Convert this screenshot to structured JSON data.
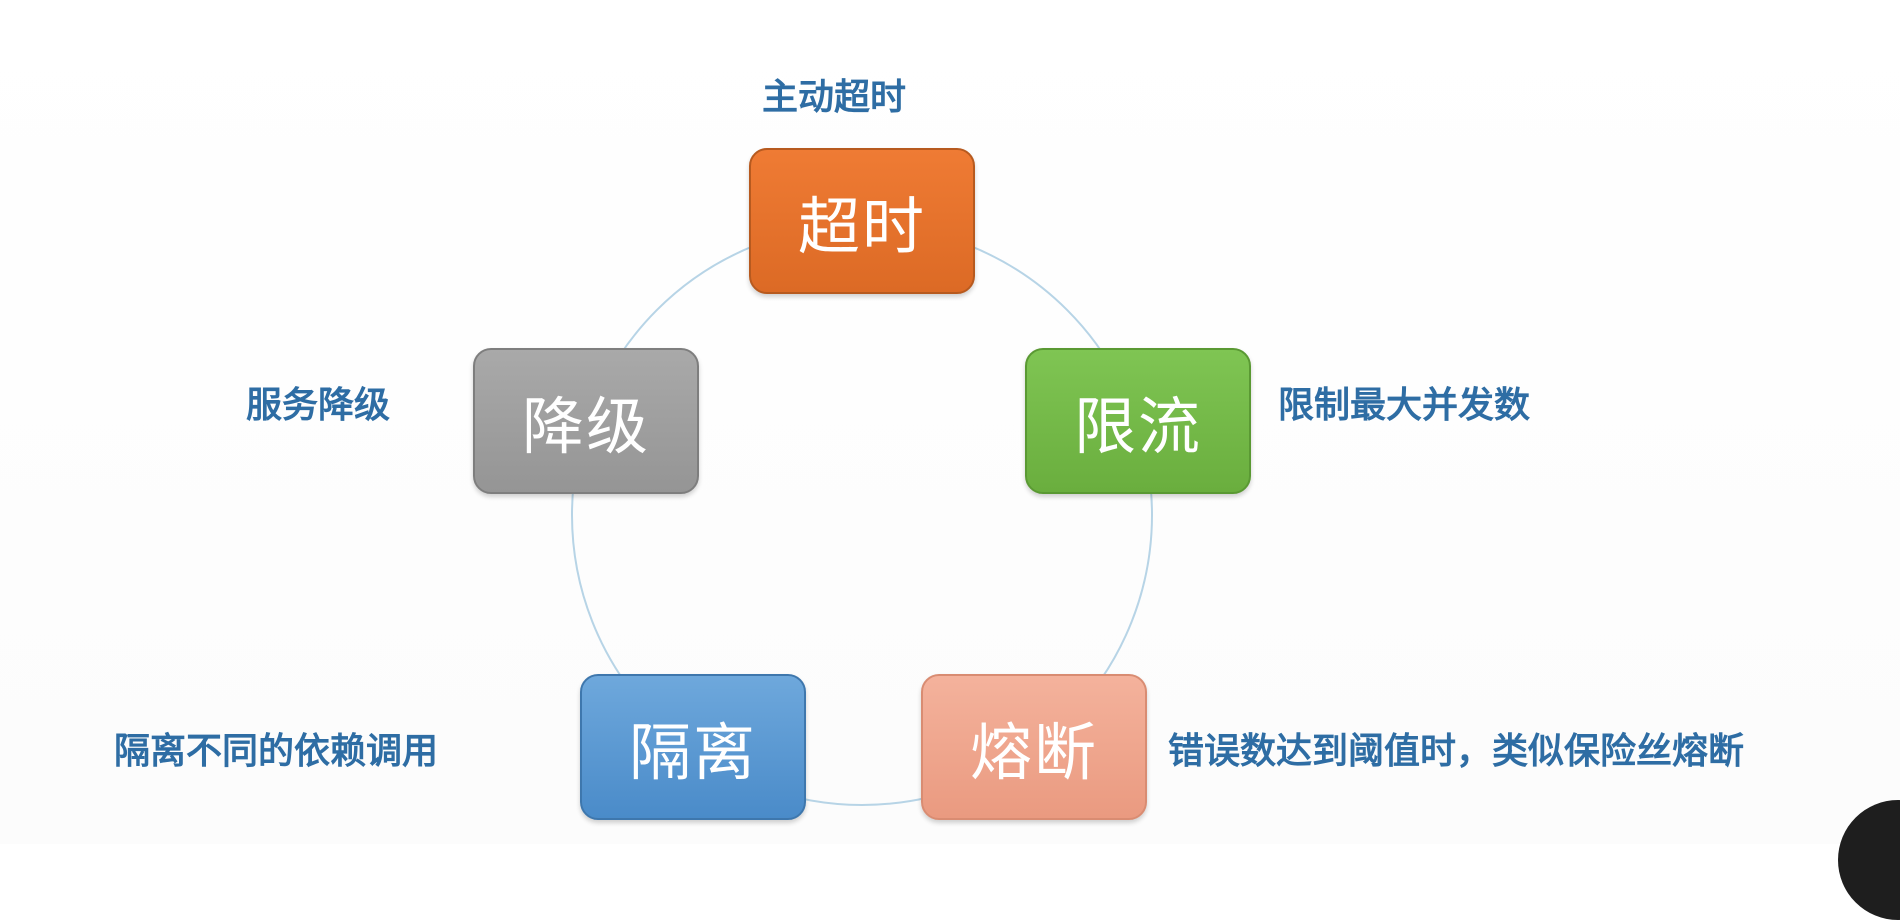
{
  "nodes": {
    "timeout": {
      "label": "超时",
      "description": "主动超时",
      "color": "#e3702b"
    },
    "rate_limit": {
      "label": "限流",
      "description": "限制最大并发数",
      "color": "#72b946"
    },
    "circuit_break": {
      "label": "熔断",
      "description": "错误数达到阈值时，类似保险丝熔断",
      "color": "#f0a88f"
    },
    "isolation": {
      "label": "隔离",
      "description": "隔离不同的依赖调用",
      "color": "#5a97d3"
    },
    "degradation": {
      "label": "降级",
      "description": "服务降级",
      "color": "#a0a0a0"
    }
  },
  "colors": {
    "description_text": "#2e6da4",
    "ring_stroke": "#b7d4e6"
  }
}
